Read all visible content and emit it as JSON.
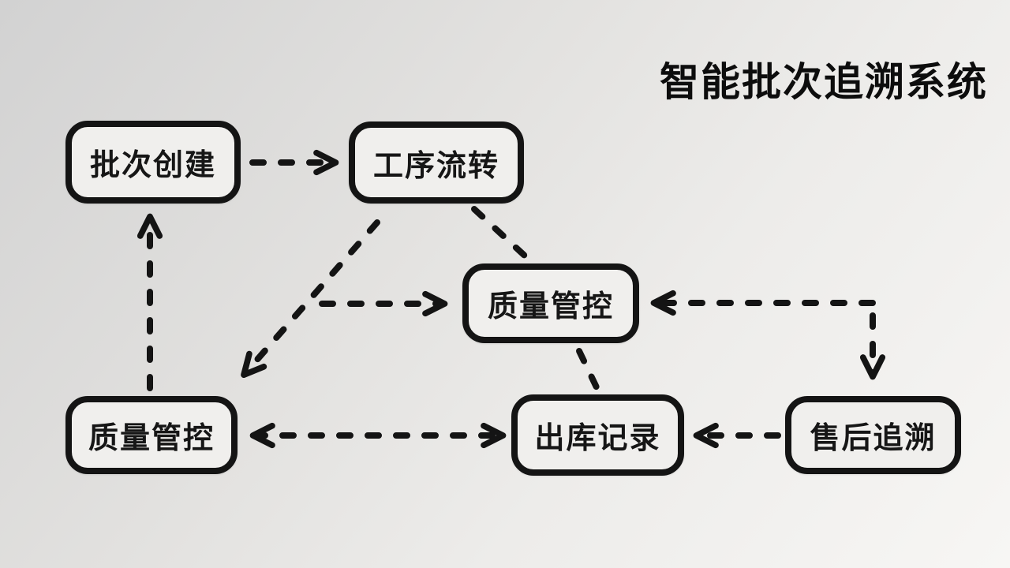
{
  "title": "智能批次追溯系统",
  "colors": {
    "ink": "#141414",
    "background_start": "#d2d2d2",
    "background_end": "#f7f6f4",
    "node_fill": "#f0efed"
  },
  "diagram": {
    "nodes": [
      {
        "id": "batch-create",
        "label": "批次创建"
      },
      {
        "id": "process-flow",
        "label": "工序流转"
      },
      {
        "id": "quality-control-mid",
        "label": "质量管控"
      },
      {
        "id": "quality-control-left",
        "label": "质量管控"
      },
      {
        "id": "outbound-record",
        "label": "出库记录"
      },
      {
        "id": "aftersales-trace",
        "label": "售后追溯"
      }
    ],
    "edges": [
      {
        "id": "batch-to-process",
        "from": "batch-create",
        "to": "process-flow",
        "line": "dashed",
        "arrowheads": "end"
      },
      {
        "id": "process-to-quality-left",
        "from": "process-flow",
        "to": "quality-control-left",
        "line": "dashed",
        "arrowheads": "end"
      },
      {
        "id": "branch-to-quality-mid",
        "from": "process-flow",
        "to": "quality-control-mid",
        "line": "dashed",
        "arrowheads": "end"
      },
      {
        "id": "process-to-quality-mid",
        "from": "process-flow",
        "to": "quality-control-mid",
        "line": "dashed",
        "arrowheads": "none"
      },
      {
        "id": "right-to-quality-mid",
        "from": "aftersales-trace",
        "to": "quality-control-mid",
        "line": "dashed",
        "arrowheads": "end"
      },
      {
        "id": "down-to-aftersales",
        "from": "quality-control-mid",
        "to": "aftersales-trace",
        "line": "dashed",
        "arrowheads": "end"
      },
      {
        "id": "aftersales-to-outbound",
        "from": "aftersales-trace",
        "to": "outbound-record",
        "line": "dashed",
        "arrowheads": "end"
      },
      {
        "id": "quality-left-outbound",
        "from": "quality-control-left",
        "to": "outbound-record",
        "line": "dashed",
        "arrowheads": "both"
      },
      {
        "id": "quality-left-to-batch",
        "from": "quality-control-left",
        "to": "batch-create",
        "line": "dashed",
        "arrowheads": "end"
      },
      {
        "id": "quality-mid-to-outbound",
        "from": "quality-control-mid",
        "to": "outbound-record",
        "line": "dashed",
        "arrowheads": "none"
      }
    ]
  }
}
